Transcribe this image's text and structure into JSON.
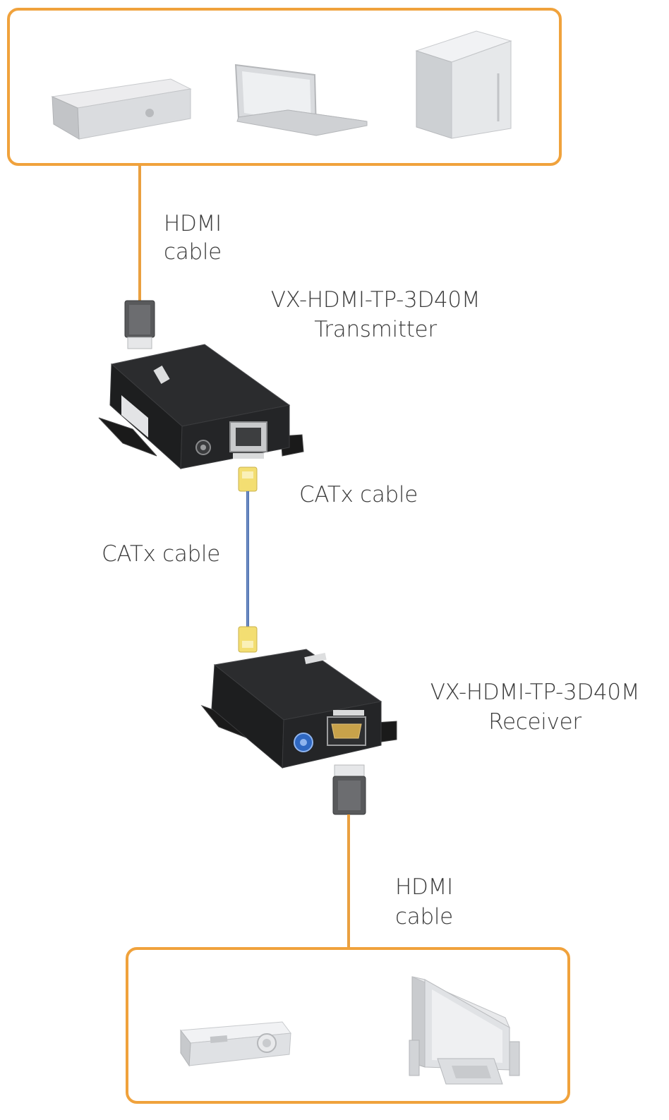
{
  "colors": {
    "frame_orange": "#f0a23c",
    "hdmi_cable_orange": "#eaa040",
    "catx_cable_blue": "#4b6fb0",
    "rj45_plug_yellow": "#f3de72",
    "device_black": "#222222",
    "device_gray": "#d7d9dc",
    "label_text": "#3c3c3c"
  },
  "labels": {
    "hdmi_cable_top_line1": "HDMI",
    "hdmi_cable_top_line2": "cable",
    "transmitter_model": "VX-HDMI-TP-3D40M",
    "transmitter_role": "Transmitter",
    "catx_cable_right": "CATx cable",
    "catx_cable_left": "CATx cable",
    "receiver_model": "VX-HDMI-TP-3D40M",
    "receiver_role": "Receiver",
    "hdmi_cable_bottom_line1": "HDMI",
    "hdmi_cable_bottom_line2": "cable"
  },
  "icons": {
    "sources": [
      "set-top-box-icon",
      "laptop-icon",
      "desktop-tower-icon"
    ],
    "displays": [
      "projector-icon",
      "flat-panel-display-icon"
    ],
    "connectors": [
      "hdmi-plug-icon",
      "rj45-plug-icon"
    ],
    "devices": [
      "transmitter-unit",
      "receiver-unit"
    ]
  }
}
